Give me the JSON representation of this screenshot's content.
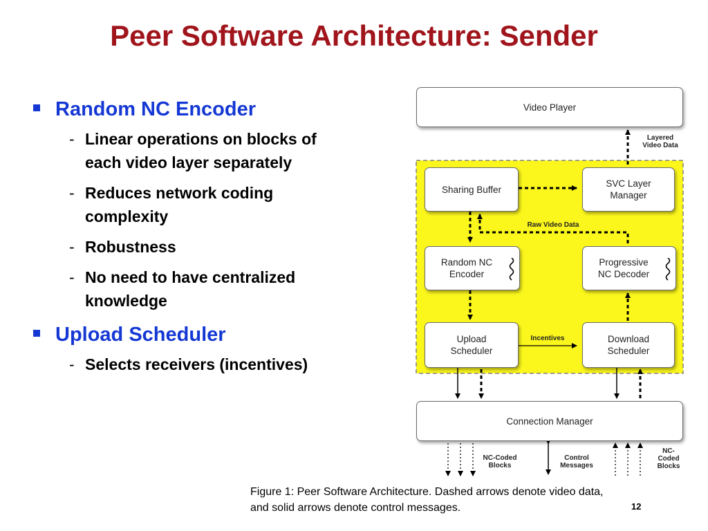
{
  "slide": {
    "title": "Peer Software Architecture: Sender",
    "number": "12",
    "caption_line1": "Figure 1: Peer Software Architecture. Dashed arrows denote video data,",
    "caption_line2": "and solid arrows denote control messages."
  },
  "bullets": [
    {
      "text": "Random NC Encoder",
      "subs": [
        {
          "line1": "Linear operations on blocks of",
          "line2": "each video layer separately"
        },
        {
          "line1": "Reduces network coding",
          "line2": "complexity"
        },
        {
          "line1": "Robustness",
          "line2": ""
        },
        {
          "line1": "No need to have centralized",
          "line2": "knowledge"
        }
      ]
    },
    {
      "text": "Upload Scheduler",
      "subs": [
        {
          "line1": "Selects receivers (incentives)",
          "line2": ""
        }
      ]
    }
  ],
  "diagram": {
    "colors": {
      "highlight_fill": "#fbf71c",
      "highlight_border": "#808080",
      "arrow": "#000000",
      "box_border": "#6b6b6b"
    },
    "boxes": {
      "video_player": [
        "Video Player"
      ],
      "sharing_buffer": [
        "Sharing Buffer"
      ],
      "svc_layer_manager": [
        "SVC Layer",
        "Manager"
      ],
      "random_nc_encoder": [
        "Random NC",
        "Encoder"
      ],
      "progressive_nc_decoder": [
        "Progressive",
        "NC Decoder"
      ],
      "upload_scheduler": [
        "Upload",
        "Scheduler"
      ],
      "download_scheduler": [
        "Download",
        "Scheduler"
      ],
      "connection_manager": [
        "Connection Manager"
      ]
    },
    "edge_labels": {
      "layered_video_data": [
        "Layered",
        "Video Data"
      ],
      "raw_video_data": [
        "Raw Video Data"
      ],
      "incentives": [
        "Incentives"
      ],
      "nc_coded_blocks_out": [
        "NC-Coded",
        "Blocks"
      ],
      "control_messages": [
        "Control",
        "Messages"
      ],
      "nc_coded_blocks_in": [
        "NC-",
        "Coded",
        "Blocks"
      ]
    }
  }
}
